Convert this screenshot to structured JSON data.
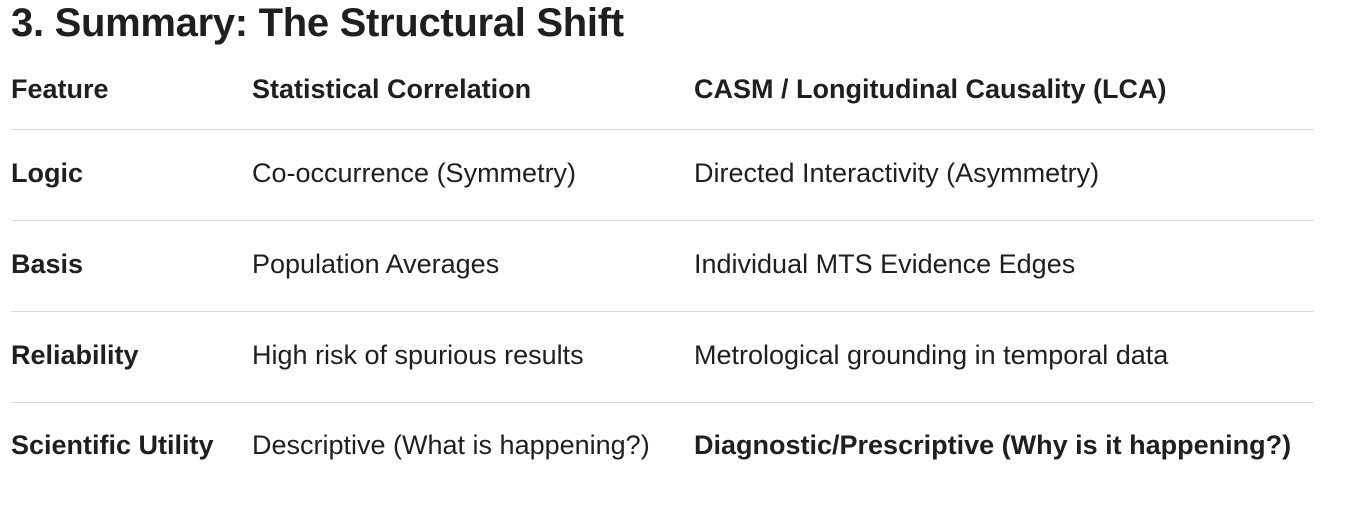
{
  "heading": "3. Summary: The Structural Shift",
  "table": {
    "headers": [
      "Feature",
      "Statistical Correlation",
      "CASM / Longitudinal Causality (LCA)"
    ],
    "rows": [
      [
        "Logic",
        "Co-occurrence (Symmetry)",
        "Directed Interactivity (Asymmetry)"
      ],
      [
        "Basis",
        "Population Averages",
        "Individual MTS Evidence Edges"
      ],
      [
        "Reliability",
        "High risk of spurious results",
        "Metrological grounding in temporal data"
      ],
      [
        "Scientific Utility",
        "Descriptive (What is happening?)",
        "Diagnostic/Prescriptive (Why is it happening?)"
      ]
    ]
  }
}
